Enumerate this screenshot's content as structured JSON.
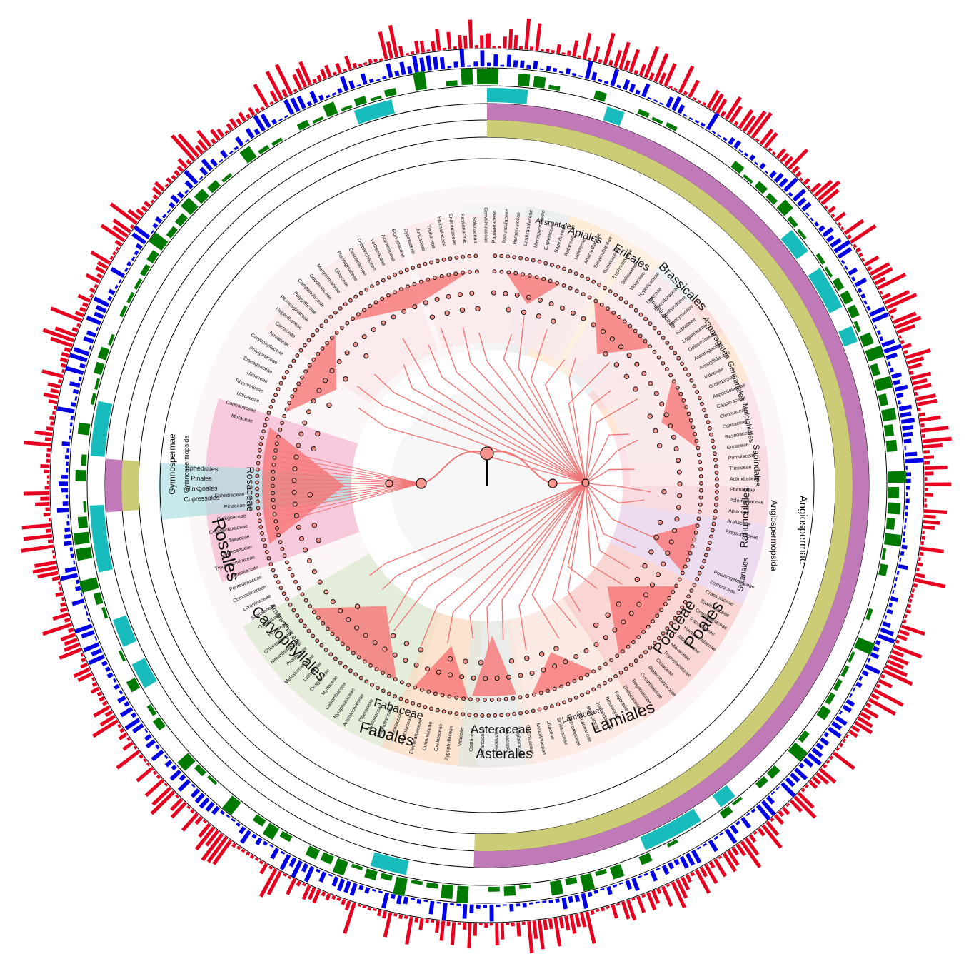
{
  "colors": {
    "tree": "#f07777",
    "fan": "#f76d6d",
    "node_fill": "#f5948c",
    "dot_stroke": "#111111",
    "ring_red": "#e8001f",
    "ring_blue": "#0000e6",
    "ring_green": "#007a00",
    "ring_cyan": "#19bcbc",
    "clade_purple": "#c07ab8",
    "clade_olive": "#cccc77",
    "shade_pink": "#fbeaec"
  },
  "rings": {
    "red": "red",
    "blue": "blue",
    "green": "green",
    "cyan": "cyan"
  },
  "clades": [
    {
      "name": "Angiospermae",
      "class": "Angiospermopsida"
    },
    {
      "name": "Gymnospermae",
      "class": "Gymnospermopsida"
    }
  ],
  "orders": [
    {
      "label": "Rosales",
      "color": "#f2b6d2"
    },
    {
      "label": "Caryophyllales",
      "color": "#d8e8cf"
    },
    {
      "label": "Fabales",
      "color": "#f9dcc0"
    },
    {
      "label": "Asterales",
      "color": "#dfe8e4"
    },
    {
      "label": "Lamiales",
      "color": "#fbe6dd"
    },
    {
      "label": "Poales",
      "color": "#f6c9c4"
    },
    {
      "label": "Solanales",
      "color": "#e6d0ec"
    },
    {
      "label": "Ranunculales",
      "color": "#f5d2da"
    },
    {
      "label": "Sapindales",
      "color": "#f8dce4"
    },
    {
      "label": "Malpighiales",
      "color": "#fde2c8"
    },
    {
      "label": "Gentianales",
      "color": "#f6d1ca"
    },
    {
      "label": "Asparagales",
      "color": "#e2eef2"
    },
    {
      "label": "Brassicales",
      "color": "#fbf0d8"
    },
    {
      "label": "Ericales",
      "color": "#fde8cc"
    },
    {
      "label": "Apiales",
      "color": "#e2ecec"
    },
    {
      "label": "Alismatales",
      "color": "#eef3f4"
    }
  ],
  "families": [
    {
      "label": "Rosaceae"
    },
    {
      "label": "Amaranthaceae"
    },
    {
      "label": "Fabaceae"
    },
    {
      "label": "Asteraceae"
    },
    {
      "label": "Lamiaceae"
    },
    {
      "label": "Poaceae"
    },
    {
      "label": "Brassicaceae"
    }
  ],
  "leaf_labels": [
    "Moraceae",
    "Cannabaceae",
    "Urticaceae",
    "Rhamnaceae",
    "Ulmaceae",
    "Elaeagnaceae",
    "Polygonaceae",
    "Caryophyllaceae",
    "Aizoaceae",
    "Cactaceae",
    "Nepenthaceae",
    "Plumbaginaceae",
    "Polygalaceae",
    "Campanulaceae",
    "Goodeniaceae",
    "Menyanthaceae",
    "Oleaceae",
    "Plantaginaceae",
    "Gesneriaceae",
    "Orobanchaceae",
    "Verbenaceae",
    "Acanthaceae",
    "Bignoniaceae",
    "Cyperaceae",
    "Juncaceae",
    "Typhaceae",
    "Bromeliaceae",
    "Eriocaulaceae",
    "Restionaceae",
    "Solanaceae",
    "Convolvulaceae",
    "Papaveraceae",
    "Ranunculaceae",
    "Berberidaceae",
    "Lardizabalaceae",
    "Menispermaceae",
    "Euptelaceae",
    "Sapindaceae",
    "Rutaceae",
    "Meliaceae",
    "Anacardiaceae",
    "Simaroubaceae",
    "Burseraceae",
    "Euphorbiaceae",
    "Salicaceae",
    "Violaceae",
    "Hypericaceae",
    "Linaceae",
    "Passifloraceae",
    "Gentianaceae",
    "Apocynaceae",
    "Rubiaceae",
    "Loganiaceae",
    "Gelsemiaceae",
    "Asparagaceae",
    "Amaryllidaceae",
    "Iridaceae",
    "Orchidaceae",
    "Asphodelaceae",
    "Capparaceae",
    "Cleomaceae",
    "Caricaceae",
    "Resedaceae",
    "Ericaceae",
    "Primulaceae",
    "Theaceae",
    "Actinidiaceae",
    "Ebenaceae",
    "Polemoniaceae",
    "Apiaceae",
    "Araliaceae",
    "Pittosporaceae",
    "Araceae",
    "Alismataceae",
    "Hydrocharitaceae",
    "Potamogetonaceae",
    "Zosteraceae",
    "Crassulaceae",
    "Saxifragaceae",
    "Grossulariaceae",
    "Paeoniaceae",
    "Hamamelidaceae",
    "Altingiaceae",
    "Malvaceae",
    "Thymelaeaceae",
    "Cistaceae",
    "Dipterocarpaceae",
    "Cucurbitaceae",
    "Begoniaceae",
    "Datiscaceae",
    "Fagaceae",
    "Betulaceae",
    "Juglandaceae",
    "Myricaceae",
    "Casuarinaceae",
    "Dioscoreaceae",
    "Smilacaceae",
    "Liliaceae",
    "Melanthiaceae",
    "Colchicaceae",
    "Zingiberaceae",
    "Musaceae",
    "Cannaceae",
    "Marantaceae",
    "Costaceae",
    "Vitaceae",
    "Zygophyllaceae",
    "Oxalidaceae",
    "Cunoniaceae",
    "Elaeocarpaceae",
    "Aquifoliaceae",
    "Lauraceae",
    "Magnoliaceae",
    "Annonaceae",
    "Piperaceae",
    "Aristolochiaceae",
    "Nymphaeaceae",
    "Cabombaceae",
    "Myrtaceae",
    "Onagraceae",
    "Lythraceae",
    "Melastomataceae",
    "Proteaceae",
    "Nelumbonaceae",
    "Chloranthaceae",
    "Buxaceae",
    "Garryaceae",
    "Santalaceae",
    "Loranthaceae",
    "Commelinaceae",
    "Pontederiaceae",
    "Geraniaceae",
    "Trochodendraceae",
    "Cupressaceae",
    "Taxaceae",
    "Cephalotaxaceae",
    "Ginkgoaceae",
    "Pinaceae",
    "Ephedraceae"
  ],
  "gymno_orders": [
    "Cupressales",
    "Ginkgoales",
    "Pinales",
    "Ephedrales"
  ]
}
